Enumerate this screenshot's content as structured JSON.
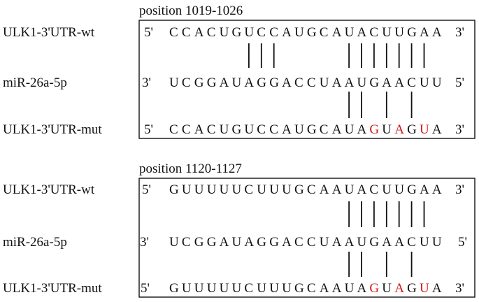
{
  "colors": {
    "text": "#111111",
    "mutation": "#d21b1b"
  },
  "panels": [
    {
      "position": "position 1019-1026",
      "rows": [
        {
          "label": "ULK1-3'UTR-wt",
          "left_end": "5'",
          "sequence": "CCACUGUCCAUGCAUACUUGAA",
          "right_end": "3'",
          "mutated": []
        },
        {
          "label": "miR-26a-5p",
          "left_end": "3'",
          "sequence": "UCGGAUAGGACCUAAUGAACUU",
          "right_end": "5'",
          "mutated": []
        },
        {
          "label": "ULK1-3'UTR-mut",
          "left_end": "5'",
          "sequence": "CCACUGUCCAUGCAUAGUAGUA",
          "right_end": "3'",
          "mutated": [
            16,
            18,
            20
          ]
        }
      ],
      "pairs_top": [
        6,
        7,
        8,
        14,
        15,
        16,
        17,
        18,
        19,
        20
      ],
      "pairs_bottom": [
        14,
        15,
        17,
        19
      ]
    },
    {
      "position": "position 1120-1127",
      "rows": [
        {
          "label": "ULK1-3'UTR-wt",
          "left_end": "5'",
          "sequence": "GUUUUUCUUUGCAAUACUUGAA",
          "right_end": "3'",
          "mutated": []
        },
        {
          "label": "miR-26a-5p",
          "left_end": "3'",
          "sequence": "UCGGAUAGGACCUAAUGAACUU",
          "right_end": "5'",
          "mutated": []
        },
        {
          "label": "ULK1-3'UTR-mut",
          "left_end": "5'",
          "sequence": "GUUUUUCUUUGCAAUAGUAGUA",
          "right_end": "3'",
          "mutated": [
            16,
            18,
            20
          ]
        }
      ],
      "pairs_top": [
        14,
        15,
        16,
        17,
        18,
        19,
        20
      ],
      "pairs_bottom": [
        14,
        15,
        17,
        19
      ]
    }
  ]
}
